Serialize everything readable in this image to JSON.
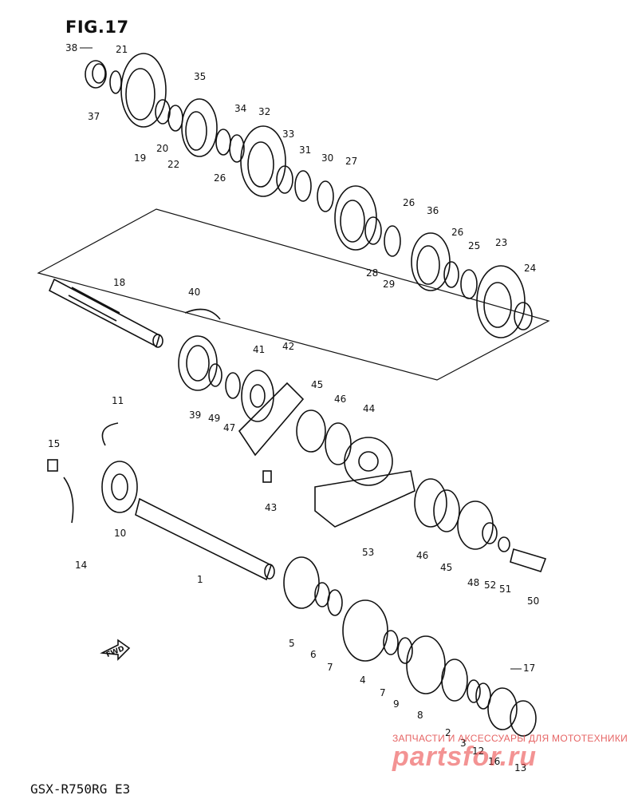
{
  "figure": {
    "title": "FIG.17",
    "model": "GSX-R750RG  E3"
  },
  "watermark": {
    "line1": "ЗАПЧАСТИ И АКСЕССУАРЫ ДЛЯ МОТОТЕХНИКИ",
    "line2": "partsfor.ru"
  },
  "fwd_label": "FWD",
  "callouts": [
    "38",
    "21",
    "37",
    "19",
    "20",
    "22",
    "35",
    "34",
    "32",
    "26",
    "33",
    "31",
    "30",
    "27",
    "26",
    "36",
    "26",
    "25",
    "23",
    "24",
    "28",
    "29",
    "18",
    "40",
    "41",
    "42",
    "39",
    "49",
    "47",
    "45",
    "46",
    "44",
    "11",
    "15",
    "10",
    "14",
    "43",
    "53",
    "46",
    "45",
    "48",
    "52",
    "51",
    "50",
    "1",
    "5",
    "6",
    "7",
    "4",
    "7",
    "9",
    "8",
    "17",
    "2",
    "3",
    "12",
    "16",
    "13"
  ],
  "colors": {
    "line": "#111111",
    "watermark": "#e23b3b",
    "background": "#ffffff"
  }
}
